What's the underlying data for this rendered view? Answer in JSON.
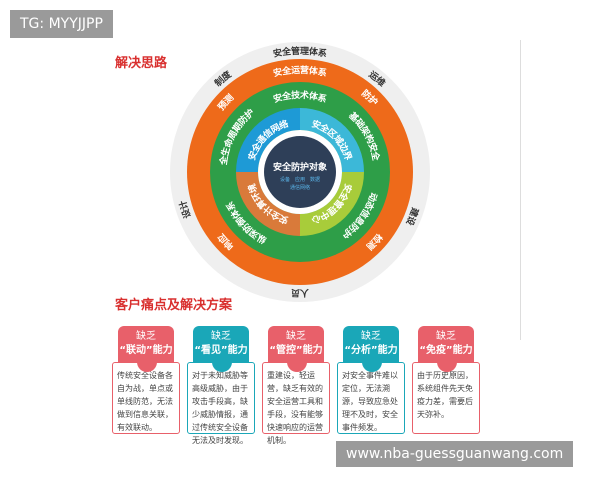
{
  "tag_label": "TG: MYYJJPP",
  "watermark": "www.nba-guessguanwang.com",
  "section1_title": "解决思路",
  "section2_title": "客户痛点及解决方案",
  "diagram": {
    "outer": {
      "title": "安全管理体系",
      "items": [
        "制度",
        "运维",
        "建设",
        "人员",
        "设计"
      ],
      "color": "#efefef"
    },
    "orange": {
      "title": "安全运营体系",
      "items": [
        "预测",
        "防护",
        "检测",
        "响应"
      ],
      "color": "#ee6a1a"
    },
    "green": {
      "title": "安全技术体系",
      "items": [
        "全生命周期防护",
        "基础架构安全",
        "动态信息防护",
        "纵深防御体系"
      ],
      "color": "#2e9e48"
    },
    "quadrants": [
      {
        "label": "安全通信网络",
        "color": "#1e9ad6"
      },
      {
        "label": "安全区域边界",
        "color": "#3cb8d8"
      },
      {
        "label": "安全管理中心",
        "color": "#a8cc3a"
      },
      {
        "label": "安全计算环境",
        "color": "#d97a3a"
      }
    ],
    "center": {
      "title": "安全防护对象",
      "sub1": "设备　应用　数据",
      "sub2": "通信网络",
      "color": "#2e3f58"
    }
  },
  "cards": [
    {
      "l1": "缺乏",
      "l2": "“联动”能力",
      "text": "传统安全设备各自为战，单点或单线防范，无法做到信息关联，有效联动。",
      "color": "#e8606a"
    },
    {
      "l1": "缺乏",
      "l2": "“看见”能力",
      "text": "对于未知威胁等高级威胁，由于攻击手段高，缺少威胁情报，通过传统安全设备无法及时发现。",
      "color": "#1aa7b8"
    },
    {
      "l1": "缺乏",
      "l2": "“管控”能力",
      "text": "重建设，轻运营，缺乏有效的安全运营工具和手段，没有能够快速响应的运营机制。",
      "color": "#e8606a"
    },
    {
      "l1": "缺乏",
      "l2": "“分析”能力",
      "text": "对安全事件难以定位，无法溯源，导致应急处理不及时，安全事件频发。",
      "color": "#1aa7b8"
    },
    {
      "l1": "缺乏",
      "l2": "“免疫”能力",
      "text": "由于历史原因，系统组件先天免疫力差，需要后天弥补。",
      "color": "#e8606a"
    }
  ]
}
